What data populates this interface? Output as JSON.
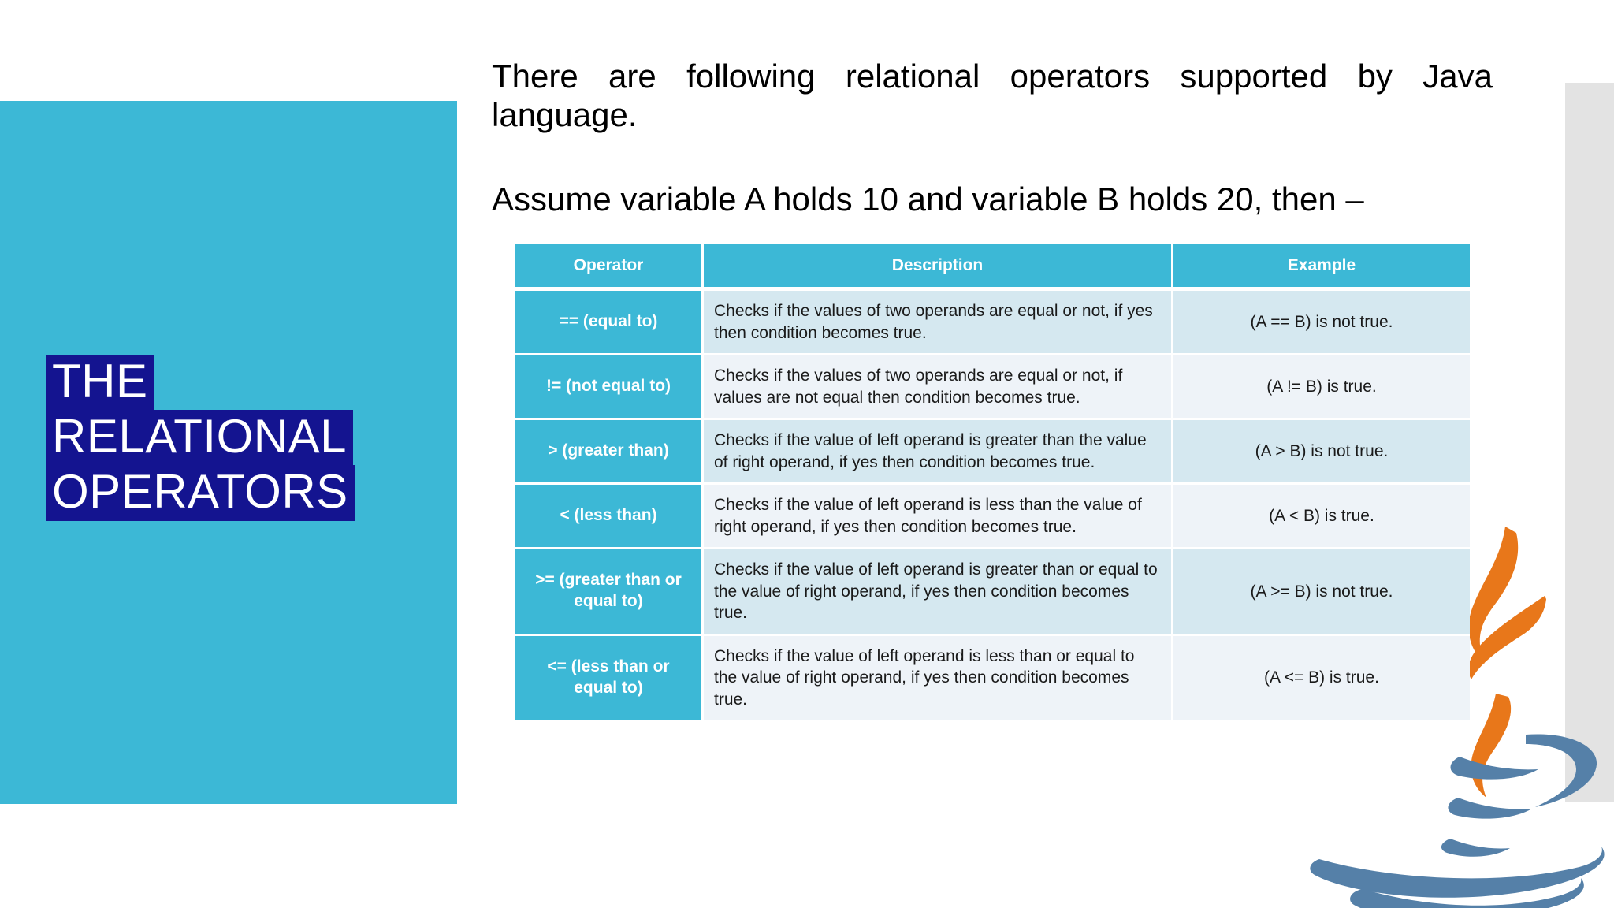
{
  "slide": {
    "title_lines": [
      "THE",
      "RELATIONAL",
      "OPERATORS"
    ],
    "panel_color": "#3cb8d6",
    "title_highlight_color": "#141490",
    "title_text_color": "#ffffff"
  },
  "body": {
    "paragraph_1": "There are following relational operators supported by Java language.",
    "paragraph_2": "Assume variable A holds 10 and variable B holds 20, then –"
  },
  "table": {
    "headers": [
      "Operator",
      "Description",
      "Example"
    ],
    "header_bg": "#3cb8d6",
    "row_bg_odd": "#d5e8f0",
    "row_bg_even": "#eef3f8",
    "rows": [
      {
        "operator": "== (equal to)",
        "description": "Checks if the values of two operands are equal or not, if yes then condition becomes true.",
        "example": "(A == B) is not true."
      },
      {
        "operator": "!= (not equal to)",
        "description": "Checks if the values of two operands are equal or not, if values are not equal then condition becomes true.",
        "example": "(A != B) is true."
      },
      {
        "operator": "> (greater than)",
        "description": "Checks if the value of left operand is greater than the value of right operand, if yes then condition becomes true.",
        "example": "(A > B) is not true."
      },
      {
        "operator": "< (less than)",
        "description": "Checks if the value of left operand is less than the value of right operand, if yes then condition becomes true.",
        "example": "(A < B) is true."
      },
      {
        "operator": ">= (greater than or equal to)",
        "description": "Checks if the value of left operand is greater than or equal to the value of right operand, if yes then condition becomes true.",
        "example": "(A >= B) is not true."
      },
      {
        "operator": "<= (less than or equal to)",
        "description": "Checks if the value of left operand is less than or equal to the value of right operand, if yes then condition becomes true.",
        "example": "(A <= B) is true."
      }
    ]
  },
  "decoration": {
    "java_logo": {
      "steam_color": "#e8771a",
      "cup_color": "#5580a8"
    },
    "side_strip_color": "#e3e3e3"
  }
}
